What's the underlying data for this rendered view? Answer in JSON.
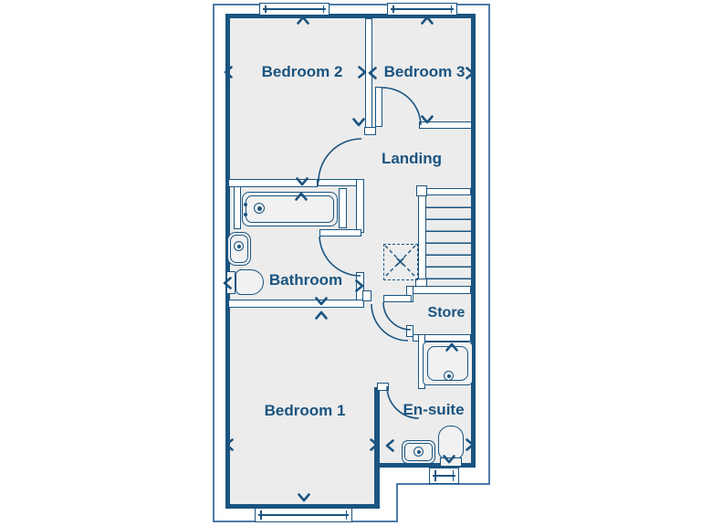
{
  "plan": {
    "rooms": [
      {
        "id": "bedroom2",
        "label": "Bedroom 2"
      },
      {
        "id": "bedroom3",
        "label": "Bedroom 3"
      },
      {
        "id": "landing",
        "label": "Landing"
      },
      {
        "id": "bathroom",
        "label": "Bathroom"
      },
      {
        "id": "store",
        "label": "Store"
      },
      {
        "id": "bedroom1",
        "label": "Bedroom 1"
      },
      {
        "id": "ensuite",
        "label": "En-suite"
      }
    ],
    "fixtures": [
      "bath",
      "basin",
      "toilet",
      "shower",
      "stairs",
      "loft-hatch",
      "windows",
      "door-swings",
      "dimension-arrows"
    ],
    "colors": {
      "wall_ink": "#1a5480",
      "page_border": "#4d7ba9",
      "room_fill": "#ececec",
      "background": "#ffffff"
    }
  }
}
